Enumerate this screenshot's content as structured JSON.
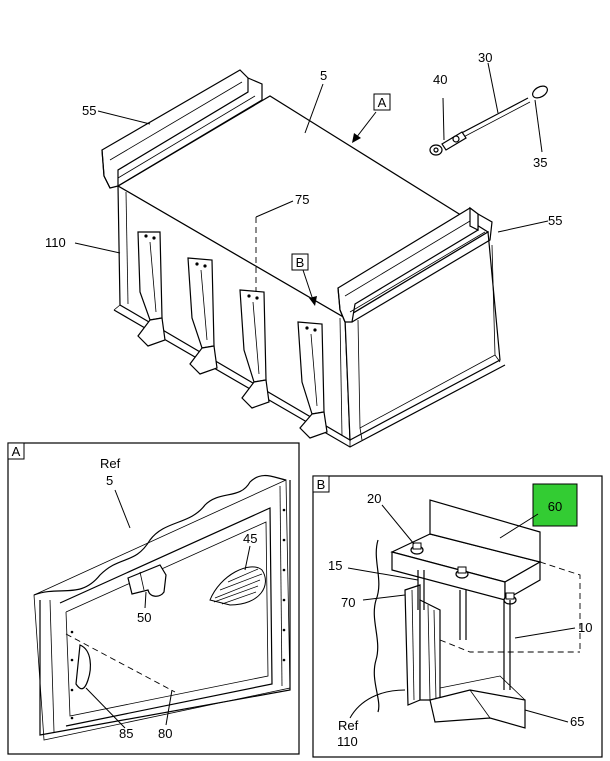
{
  "main_view": {
    "callouts": {
      "c5": "5",
      "c30": "30",
      "c35": "35",
      "c40": "40",
      "c55_left": "55",
      "c55_right": "55",
      "c75": "75",
      "c110": "110"
    },
    "view_flags": {
      "a": "A",
      "b": "B"
    }
  },
  "detail_a": {
    "title": "A",
    "ref_word": "Ref",
    "ref_num": "5",
    "c45": "45",
    "c50": "50",
    "c80": "80",
    "c85": "85"
  },
  "detail_b": {
    "title": "B",
    "c10": "10",
    "c15": "15",
    "c20": "20",
    "c60": "60",
    "c65": "65",
    "c70": "70",
    "ref_word": "Ref",
    "ref_num": "110"
  },
  "colors": {
    "highlight": "#33cc33"
  }
}
